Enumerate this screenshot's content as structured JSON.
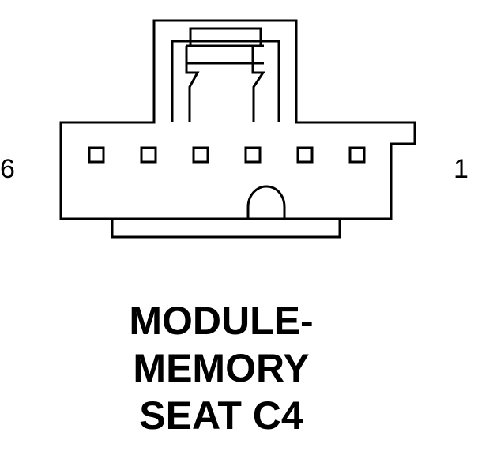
{
  "diagram": {
    "pin_left_label": "6",
    "pin_right_label": "1",
    "pin_count": 6,
    "stroke_color": "#000000",
    "background_color": "#ffffff"
  },
  "title": {
    "line1": "MODULE-",
    "line2": "MEMORY",
    "line3": "SEAT C4"
  }
}
